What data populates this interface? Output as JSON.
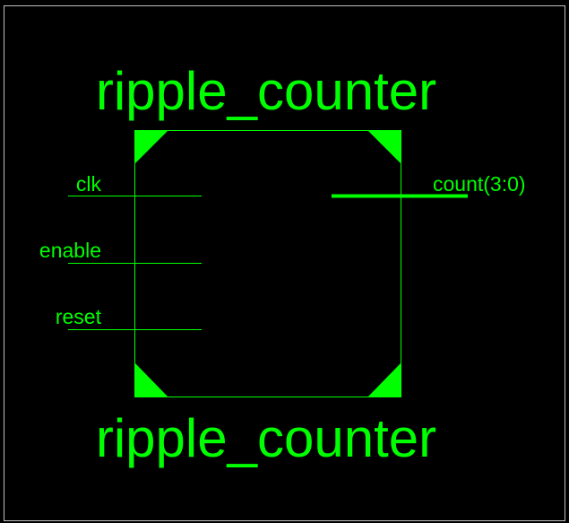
{
  "symbol": {
    "name_top": "ripple_counter",
    "name_bottom": "ripple_counter",
    "inputs": [
      {
        "label": "clk"
      },
      {
        "label": "enable"
      },
      {
        "label": "reset"
      }
    ],
    "outputs": [
      {
        "label": "count(3:0)",
        "bus": true
      }
    ]
  },
  "colors": {
    "background": "#000000",
    "foreground": "#00ff00",
    "frame": "#c0c0c0"
  }
}
